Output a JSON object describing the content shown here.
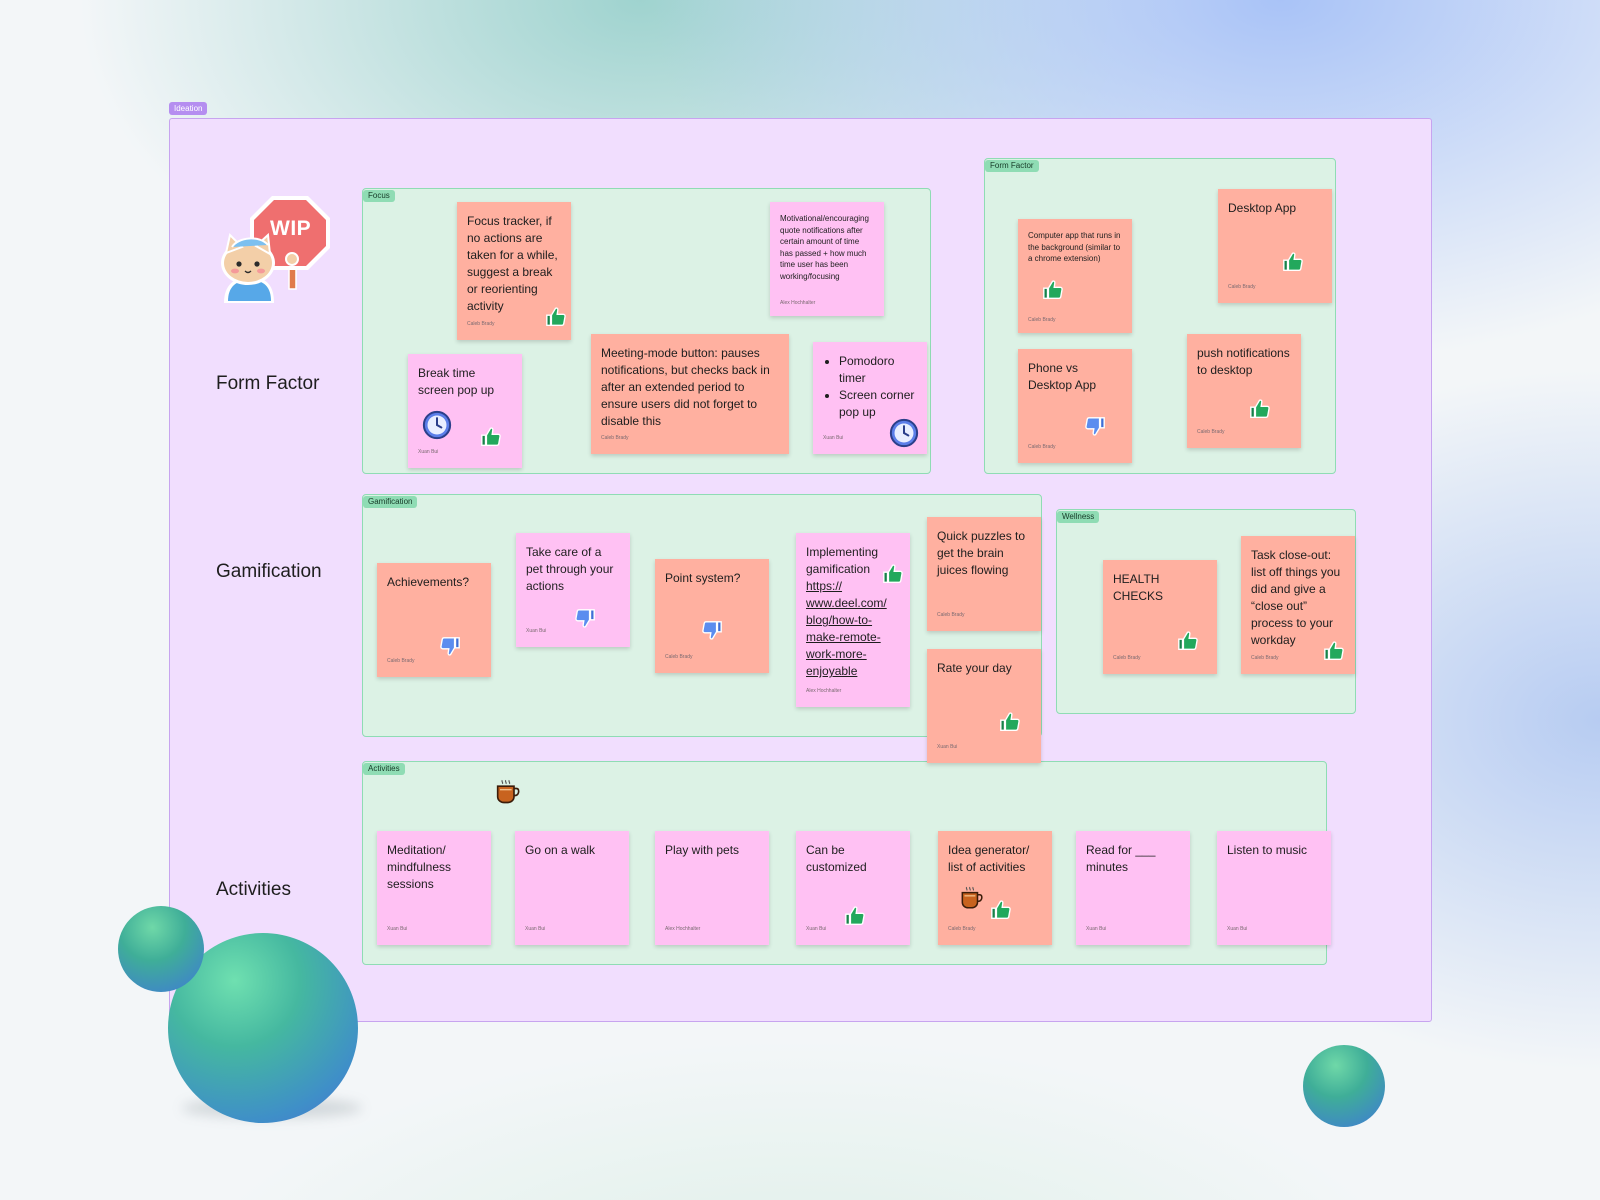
{
  "frame": {
    "tag": "Ideation"
  },
  "rows": {
    "form_factor": "Form Factor",
    "gamification": "Gamification",
    "activities": "Activities"
  },
  "wip": {
    "label": "WIP"
  },
  "sections": {
    "focus": "Focus",
    "form_factor": "Form Factor",
    "gamification": "Gamification",
    "wellness": "Wellness",
    "activities": "Activities"
  },
  "stickies": {
    "focus_tracker": {
      "text": "Focus tracker, if no actions are taken for a while, suggest a break or reorienting activity",
      "author": "Caleb Brady"
    },
    "motivational": {
      "text": "Motivational/encouraging quote notifications after certain amount of time has passed + how much time user has been working/focusing",
      "author": "Alex Hochhalter"
    },
    "break_time": {
      "text": "Break time screen pop up",
      "author": "Xuan Bui"
    },
    "meeting_mode": {
      "text": "Meeting-mode button: pauses notifications, but checks back in after an extended period to ensure users did not forget to disable this",
      "author": "Caleb Brady"
    },
    "pomodoro": {
      "items": [
        "Pomodoro timer",
        "Screen corner pop up"
      ],
      "author": "Xuan Bui"
    },
    "computer_app": {
      "text": "Computer app that runs in the background (similar to a chrome extension)",
      "author": "Caleb Brady"
    },
    "desktop_app": {
      "text": "Desktop App",
      "author": "Caleb Brady"
    },
    "phone_vs": {
      "text": "Phone vs Desktop App",
      "author": "Caleb Brady"
    },
    "push_notif": {
      "text": "push notifications to desktop",
      "author": "Caleb Brady"
    },
    "achievements": {
      "text": "Achievements?",
      "author": "Caleb Brady"
    },
    "pet": {
      "text": "Take care of a pet through your actions",
      "author": "Xuan Bui"
    },
    "point_system": {
      "text": "Point system?",
      "author": "Caleb Brady"
    },
    "implementing": {
      "text": "Implementing gamification",
      "link": "https://\nwww.deel.com/\nblog/how-to-\nmake-remote-\nwork-more-\nenjoyable",
      "author": "Alex Hochhalter"
    },
    "puzzles": {
      "text": "Quick puzzles to get the brain juices flowing",
      "author": "Caleb Brady"
    },
    "rate_day": {
      "text": "Rate your day",
      "author": "Xuan Bui"
    },
    "health": {
      "text": "HEALTH CHECKS",
      "author": "Caleb Brady"
    },
    "closeout": {
      "text": "Task close-out: list off things you did and give a “close out” process to your workday",
      "author": "Caleb Brady"
    },
    "meditation": {
      "text": "Meditation/ mindfulness sessions",
      "author": "Xuan Bui"
    },
    "walk": {
      "text": "Go on a walk",
      "author": "Xuan Bui"
    },
    "pets": {
      "text": "Play with pets",
      "author": "Alex Hochhalter"
    },
    "customized": {
      "text": "Can be customized",
      "author": "Xuan Bui"
    },
    "idea_gen": {
      "text": "Idea generator/ list of activities",
      "author": "Caleb Brady"
    },
    "read": {
      "text": "Read for ___ minutes",
      "author": "Xuan Bui"
    },
    "music": {
      "text": "Listen to music",
      "author": "Xuan Bui"
    }
  },
  "colors": {
    "board": "#f1defe",
    "section": "#dcf2e5",
    "peach": "#ffb0a0",
    "pink": "#ffc1f3",
    "thumb_up": "#1fa35a",
    "thumb_down": "#5b8def"
  }
}
